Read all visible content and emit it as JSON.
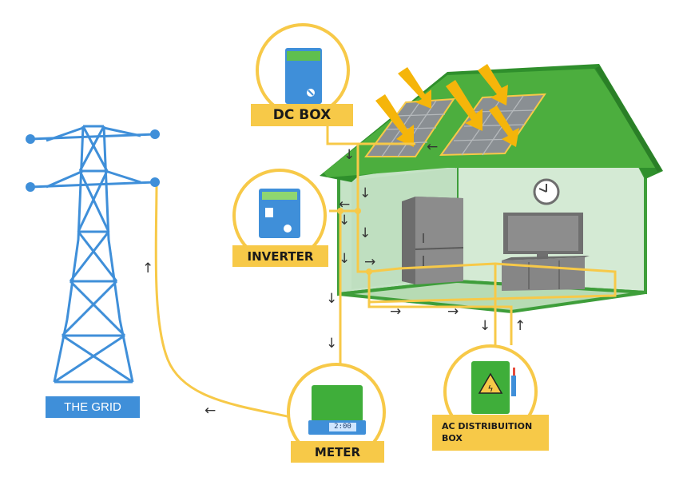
{
  "labels": {
    "dc_box": "DC BOX",
    "inverter": "INVERTER",
    "meter": "METER",
    "ac_box": "AC DISTRIBUITION BOX",
    "grid": "THE GRID"
  },
  "meter_display": "2:00",
  "arrows": {
    "down": "↓",
    "up": "↑",
    "left": "←",
    "right": "→"
  },
  "colors": {
    "wire": "#f7c948",
    "tower": "#3f8fd9",
    "roof": "#4caf3e",
    "wall": "#cfe8cf",
    "label": "#f7c948",
    "device": "#3f8fd9"
  },
  "icons": [
    "transmission-tower-icon",
    "solar-panel-icon",
    "sun-ray-icon",
    "clock-icon",
    "refrigerator-icon",
    "television-icon",
    "high-voltage-icon"
  ]
}
